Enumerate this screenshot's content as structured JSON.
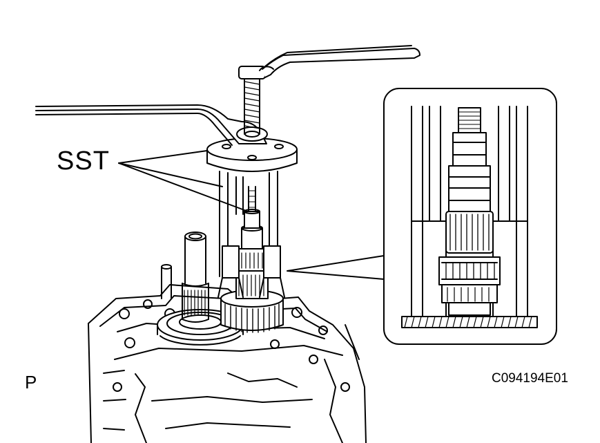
{
  "labels": {
    "tool": "SST",
    "view_letter": "P",
    "figure_code": "C094194E01"
  },
  "colors": {
    "line": "#000000",
    "background": "#ffffff"
  }
}
